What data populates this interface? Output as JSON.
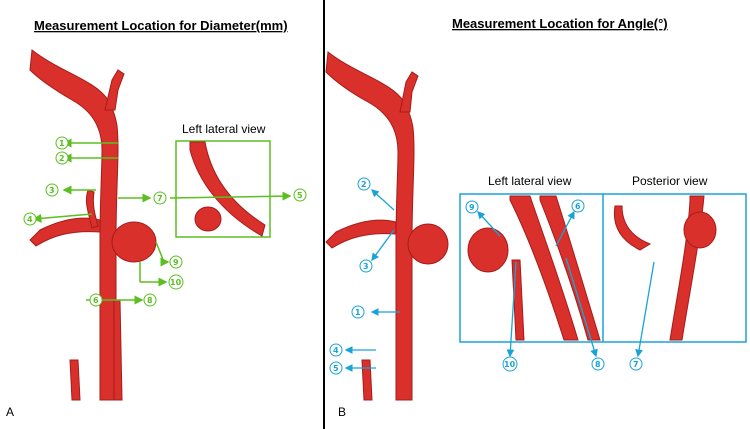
{
  "panel_a": {
    "title": "Measurement Location for Diameter(mm)",
    "inset_label": "Left lateral view",
    "letter": "A",
    "markers": [
      "1",
      "2",
      "3",
      "4",
      "5",
      "6",
      "7",
      "8",
      "9",
      "10"
    ]
  },
  "panel_b": {
    "title": "Measurement Location for Angle(°)",
    "inset_left_label": "Left lateral view",
    "inset_right_label": "Posterior view",
    "letter": "B",
    "markers": [
      "1",
      "2",
      "3",
      "4",
      "5",
      "6",
      "7",
      "8",
      "9",
      "10"
    ]
  },
  "colors": {
    "vessel": "#d9302c",
    "vessel_shade": "#b0201c",
    "green": "#5bbf21",
    "blue": "#1aa3d9",
    "divider": "#000000"
  }
}
